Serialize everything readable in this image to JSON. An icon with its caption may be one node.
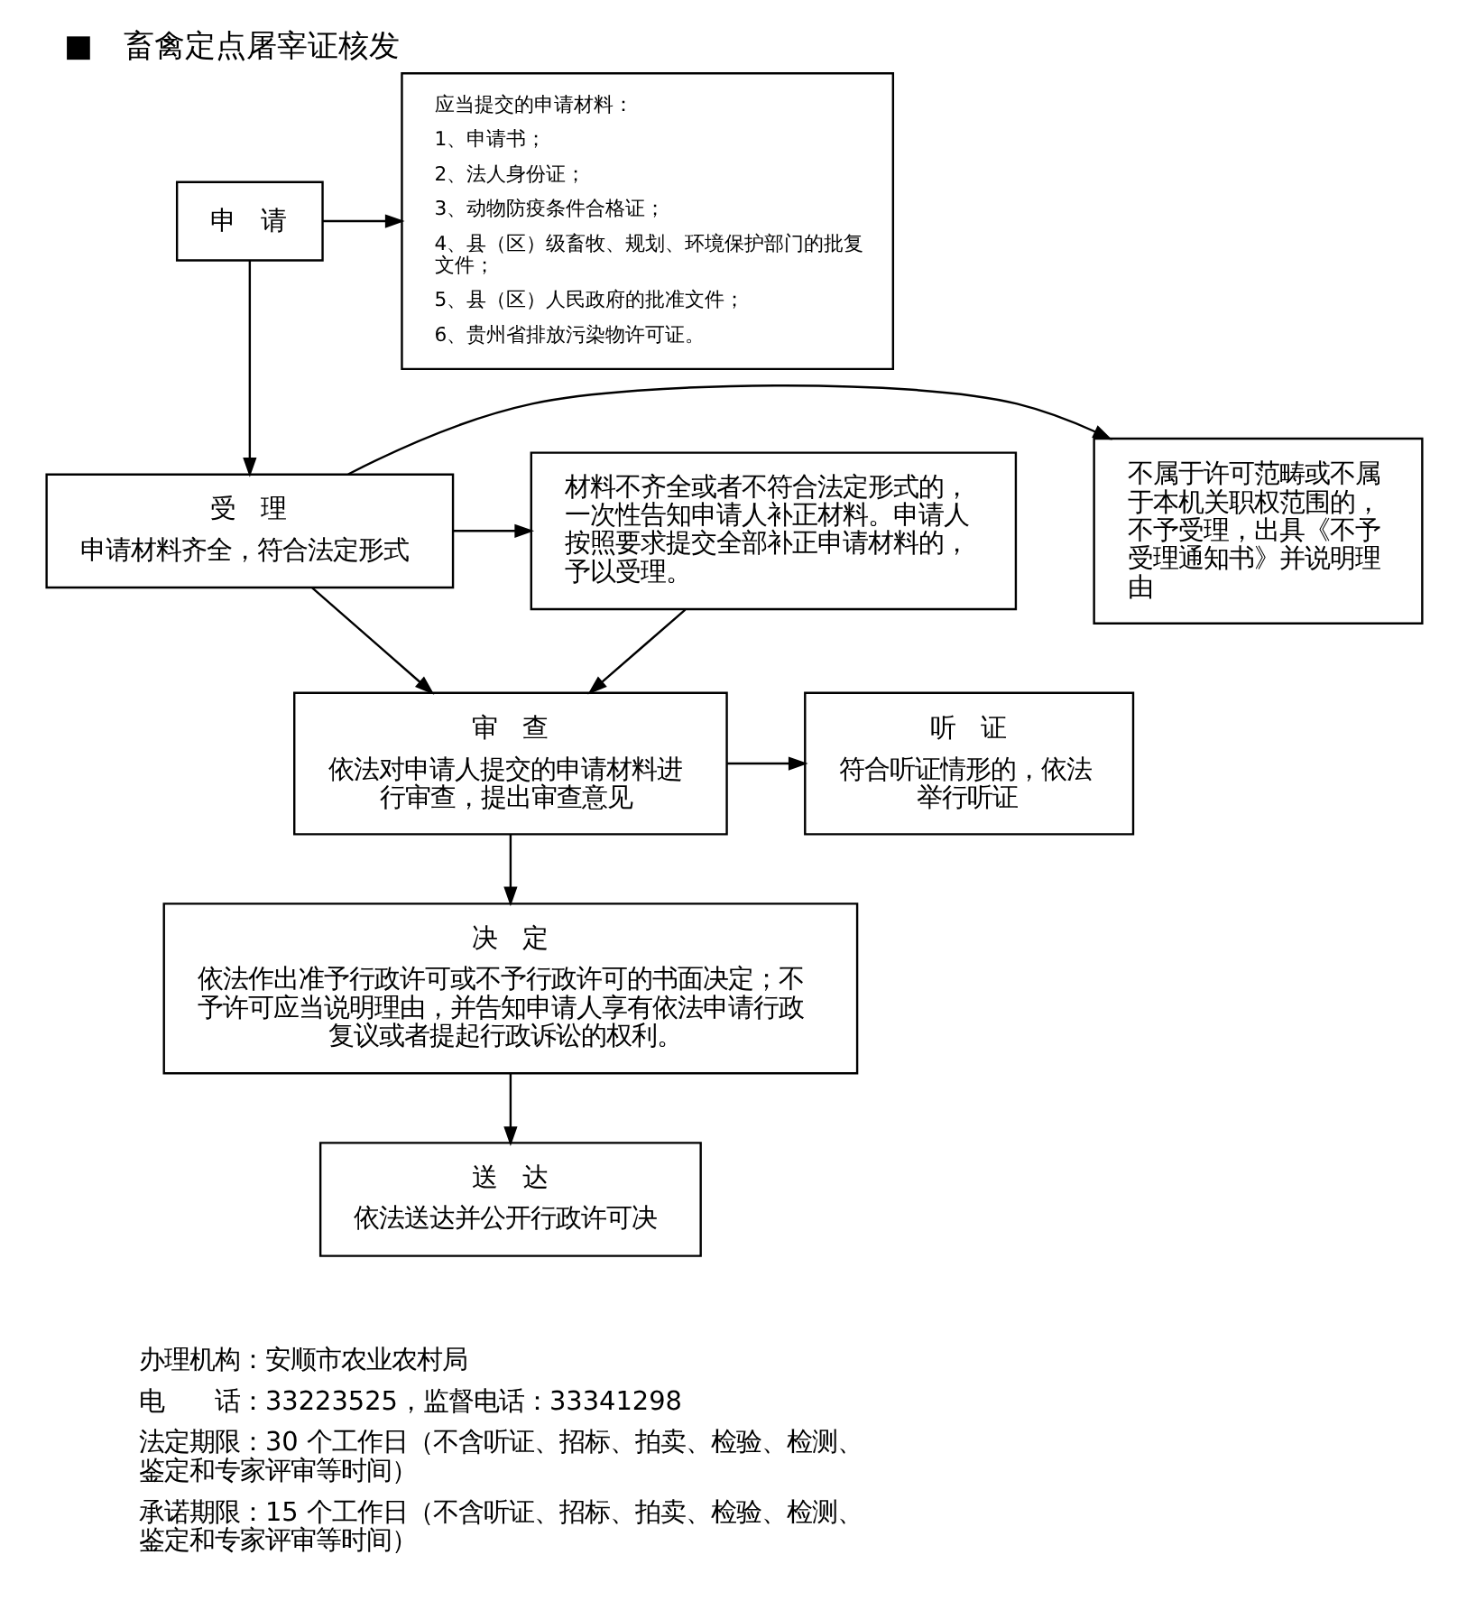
{
  "diagram": {
    "title": "■　畜禽定点屠宰证核发",
    "nodes": [
      {
        "text": [
          "申　请"
        ]
      },
      {
        "text": [
          "应当提交的申请材料：",
          "1、申请书；",
          "2、法人身份证；",
          "3、动物防疫条件合格证；",
          "4、县（区）级畜牧、规划、环境保护部门的批复文件；",
          "5、县（区）人民政府的批准文件；",
          "6、贵州省排放污染物许可证。"
        ]
      },
      {
        "text": [
          "受　理",
          "申请材料齐全，符合法定形式"
        ]
      },
      {
        "text": [
          "不属于许可范畴或不属于本机关职权范围的，不予受理，出具《不予受理通知书》并说明理由"
        ]
      },
      {
        "text": [
          "材料不齐全或者不符合法定形式的，一次性告知申请人补正材料。申请人按照要求提交全部补正申请材料的，予以受理。"
        ]
      },
      {
        "text": [
          "审　查",
          "依法对申请人提交的申请材料进行审查，提出审查意见"
        ]
      },
      {
        "text": [
          "听　证",
          "符合听证情形的，依法举行听证"
        ]
      },
      {
        "text": [
          "决　定",
          "依法作出准予行政许可或不予行政许可的书面决定；不予许可应当说明理由，并告知申请人享有依法申请行政复议或者提起行政诉讼的权利。"
        ]
      },
      {
        "text": [
          "送　达",
          "依法送达并公开行政许可决"
        ]
      }
    ],
    "edges": [
      {
        "from": 0,
        "to": 1,
        "arrow": "to"
      },
      {
        "from": 0,
        "to": 2,
        "arrow": "to"
      },
      {
        "from": 2,
        "to": 3,
        "arrow": "to"
      },
      {
        "from": 2,
        "to": 4,
        "arrow": "to"
      },
      {
        "from": 2,
        "to": 5,
        "arrow": "to"
      },
      {
        "from": 4,
        "to": 5,
        "arrow": "to"
      },
      {
        "from": 5,
        "to": 6,
        "arrow": "to"
      },
      {
        "from": 5,
        "to": 7,
        "arrow": "to"
      },
      {
        "from": 7,
        "to": 8,
        "arrow": "to"
      }
    ],
    "labels": [
      "办理机构：安顺市农业农村局",
      "电　　话：33223525，监督电话：33341298",
      "法定期限：30 个工作日（不含听证、招标、拍卖、检验、检测、鉴定和专家评审等时间）",
      "承诺期限：15 个工作日（不含听证、招标、拍卖、检验、检测、鉴定和专家评审等时间）"
    ]
  }
}
